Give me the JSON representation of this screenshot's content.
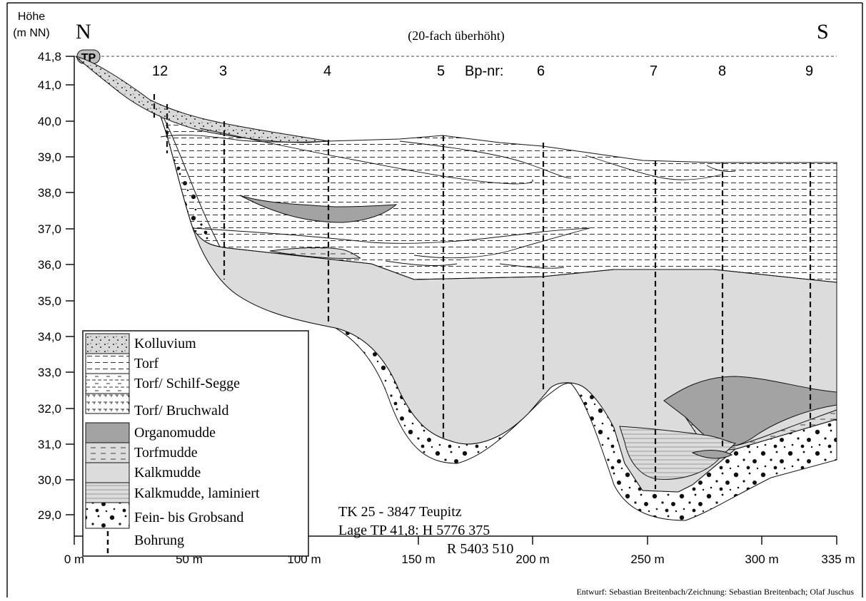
{
  "y_axis": {
    "label_line1": "Höhe",
    "label_line2": "(m NN)",
    "ticks": [
      "41,8",
      "41,0",
      "40,0",
      "39,0",
      "38,0",
      "37,0",
      "36,0",
      "35,0",
      "34,0",
      "33,0",
      "32,0",
      "31,0",
      "30,0",
      "29,0"
    ]
  },
  "x_axis": {
    "ticks": [
      "0 m",
      "50 m",
      "100 m",
      "150 m",
      "200 m",
      "250 m",
      "300 m",
      "335 m"
    ]
  },
  "compass": {
    "north": "N",
    "south": "S"
  },
  "exaggeration": "(20-fach überhöht)",
  "tp_label": "TP",
  "boreholes": {
    "prefix": "Bp-nr:",
    "labels": [
      "12",
      "3",
      "4",
      "5",
      "6",
      "7",
      "8",
      "9"
    ]
  },
  "legend": {
    "items": [
      "Kolluvium",
      "Torf",
      "Torf/ Schilf-Segge",
      "Torf/ Bruchwald",
      "Organomudde",
      "Torfmudde",
      "Kalkmudde",
      "Kalkmudde, laminiert",
      "Fein- bis Grobsand",
      "Bohrung"
    ]
  },
  "info": {
    "line1": "TK 25 - 3847 Teupitz",
    "line2": "Lage TP 41,8: H 5776 375",
    "line3": "R 5403 510"
  },
  "credit": "Entwurf: Sebastian Breitenbach/Zeichnung: Sebastian Breitenbach; Olaf Juschus",
  "colors": {
    "organomudde": "#a3a3a3",
    "kalkmudde": "#dcdcdc",
    "kolluvium": "#d9d9d9",
    "line": "#1a1a1a"
  }
}
